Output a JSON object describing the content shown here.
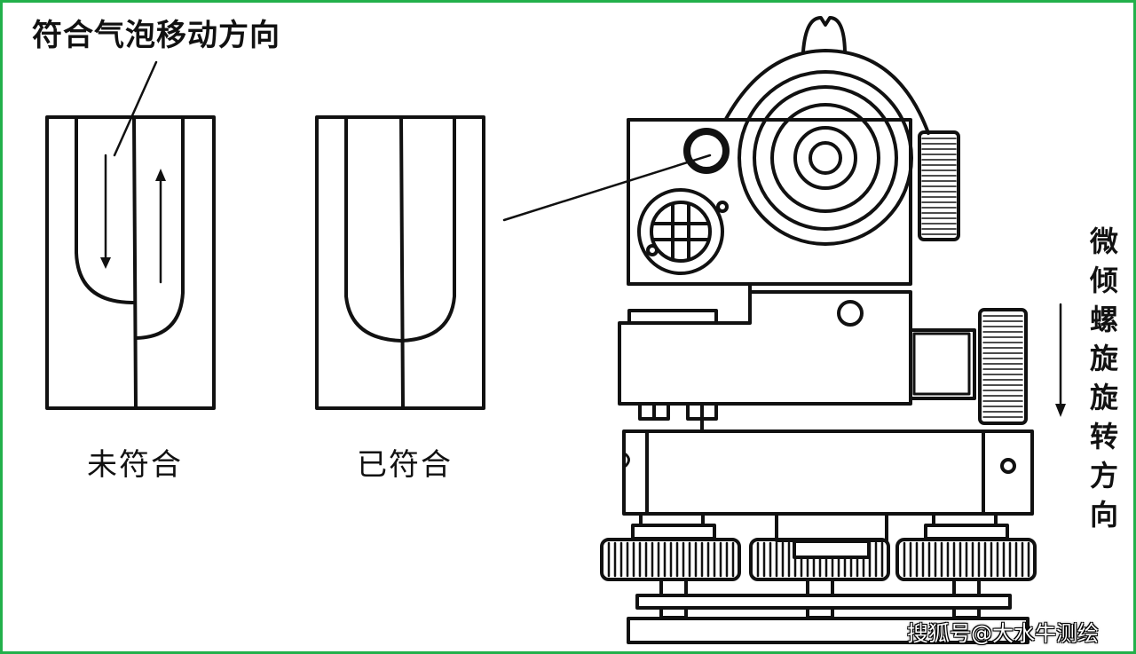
{
  "diagram": {
    "title": "符合气泡移动方向",
    "panels": [
      {
        "id": "not-coincident",
        "caption": "未符合",
        "state": "bubble halves offset, arrows opposite"
      },
      {
        "id": "coincident",
        "caption": "已符合",
        "state": "bubble halves aligned forming U"
      }
    ],
    "side_label": {
      "text": "微倾螺旋旋转方向",
      "chars": [
        "微",
        "倾",
        "螺",
        "旋",
        "旋",
        "转",
        "方",
        "向"
      ],
      "arrow": "down"
    },
    "instrument": "level instrument with coincidence bubble viewer, eyepiece, circular bubble, tilting screw, foot screws"
  },
  "watermark": "搜狐号@大水牛测绘",
  "colors": {
    "border": "#22b04b",
    "line": "#111111",
    "background": "#ffffff"
  }
}
